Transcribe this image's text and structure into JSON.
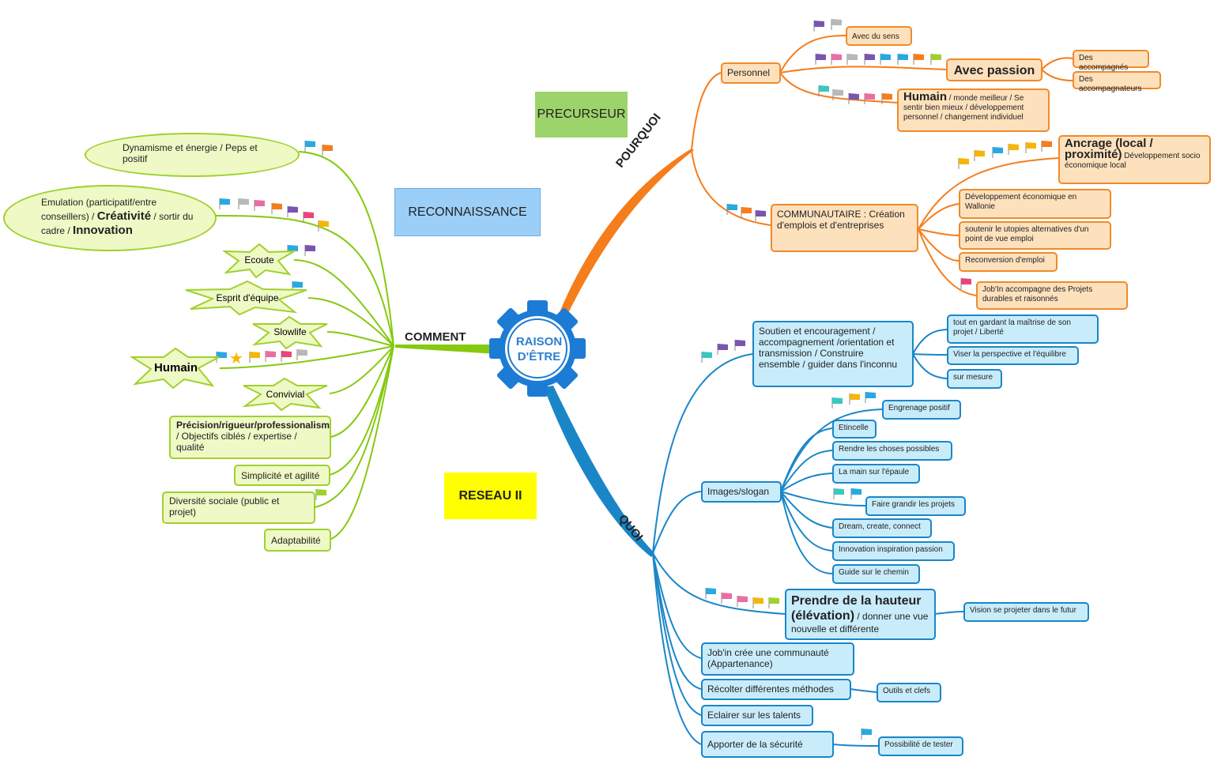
{
  "center": {
    "line1": "RAISON",
    "line2": "D'ÊTRE"
  },
  "colors": {
    "pourquoi": "#f57d1c",
    "quoi": "#1a86c8",
    "comment": "#86c90f",
    "center": "#1c7bd4"
  },
  "squares": {
    "precurseur": "PRECURSEUR",
    "reconnaissance": "RECONNAISSANCE",
    "reseau": "RESEAU II"
  },
  "branches": {
    "pourquoi": "POURQUOI",
    "quoi": "QUOI",
    "comment": "COMMENT"
  },
  "pourquoi": {
    "personnel": "Personnel",
    "avec_du_sens": "Avec du sens",
    "avec_passion": "Avec passion",
    "des_accompagnes": "Des accompagnés",
    "des_accompagnateurs": "Des accompagnateurs",
    "humain_bold": "Humain",
    "humain_rest": " / monde meilleur / Se sentir bien mieux / développement personnel / changement individuel",
    "communautaire": "COMMUNAUTAIRE : Création d'emplois et d'entreprises",
    "ancrage_bold": "Ancrage (local / proximité)",
    "ancrage_rest": " Développement socio économique local",
    "dev_wallonie": "Développement économique en Wallonie",
    "utopies": "soutenir le utopies alternatives d'un point de vue emploi",
    "reconversion": "Reconversion d'emploi",
    "jobin_projets": "Job'In accompagne des Projets durables et raisonnés"
  },
  "quoi": {
    "soutien": "Soutien et encouragement / accompagnement /orientation et transmission / Construire ensemble / guider dans l'inconnu",
    "maitrise": "tout en gardant la maîtrise de son projet / Liberté",
    "perspective": "Viser la perspective et l'équilibre",
    "sur_mesure": "sur mesure",
    "images_slogan": "Images/slogan",
    "slogans": [
      "Engrenage positif",
      "Etincelle",
      "Rendre les choses possibles",
      "La main sur l'épaule",
      "Faire grandir les projets",
      "Dream, create, connect",
      "Innovation inspiration passion",
      "Guide sur le chemin"
    ],
    "hauteur_bold": "Prendre de la hauteur (élévation)",
    "hauteur_rest": " / donner une vue nouvelle et différente",
    "vision": "Vision se projeter dans le futur",
    "communaute": "Job'in crée une communauté (Appartenance)",
    "recolter": "Récolter différentes méthodes",
    "outils": "Outils et clefs",
    "talents": "Eclairer sur les talents",
    "securite": "Apporter de la sécurité",
    "tester": "Possibilité de tester"
  },
  "comment": {
    "dynamisme": "Dynamisme et énergie / Peps et positif",
    "emulation_a": "Emulation (participatif/entre conseillers) / ",
    "creativite": "Créativité",
    "emulation_b": " / sortir du cadre / ",
    "innovation": "Innovation",
    "ecoute": "Ecoute",
    "esprit": "Esprit d'équipe",
    "slowlife": "Slowlife",
    "humain": "Humain",
    "convivial": "Convivial",
    "precision_bold": "Précision/rigueur/professionalisme",
    "precision_rest": " / Objectifs ciblés / expertise / qualité",
    "simplicite": "Simplicité et agilité",
    "diversite": "Diversité sociale (public et projet)",
    "adaptabilite": "Adaptabilité"
  },
  "flag_groups": [
    [
      "#7a55b0",
      "#b8b8b8"
    ],
    [
      "#7a55b0",
      "#e86fa3",
      "#b8b8b8",
      "#7a55b0",
      "#2aa9e0",
      "#2aa9e0",
      "#f57d1c",
      "#9fd12d"
    ],
    [
      "#3cc6c0",
      "#b8b8b8",
      "#7a55b0",
      "#e86fa3",
      "#f57d1c"
    ],
    [
      "#f5b50a",
      "#f5b50a",
      "#2aa9e0",
      "#f5b50a",
      "#f5b50a",
      "#f57d1c"
    ],
    [
      "#2aa9e0",
      "#f57d1c",
      "#7a55b0"
    ],
    [
      "#e8457a"
    ],
    [
      "#3cc6c0",
      "#7a55b0",
      "#7a55b0"
    ],
    [
      "#3cc6c0",
      "#f5b50a",
      "#2aa9e0"
    ],
    [
      "#3cc6c0",
      "#2aa9e0"
    ],
    [
      "#2aa9e0",
      "#e86fa3",
      "#e86fa3",
      "#f5b50a",
      "#9fd12d"
    ],
    [
      "#2aa9e0"
    ],
    [
      "#2aa9e0",
      "#f57d1c"
    ],
    [
      "#2aa9e0",
      "#b8b8b8",
      "#e86fa3",
      "#f57d1c",
      "#7a55b0",
      "#e8457a",
      "#f5b50a"
    ],
    [
      "#2aa9e0",
      "#7a55b0"
    ],
    [
      "#2aa9e0"
    ],
    [
      "#2aa9e0",
      "#f5b50a",
      "#e86fa3",
      "#e8457a",
      "#b8b8b8",
      "#3cc6c0"
    ],
    [
      "#9fd12d"
    ]
  ]
}
